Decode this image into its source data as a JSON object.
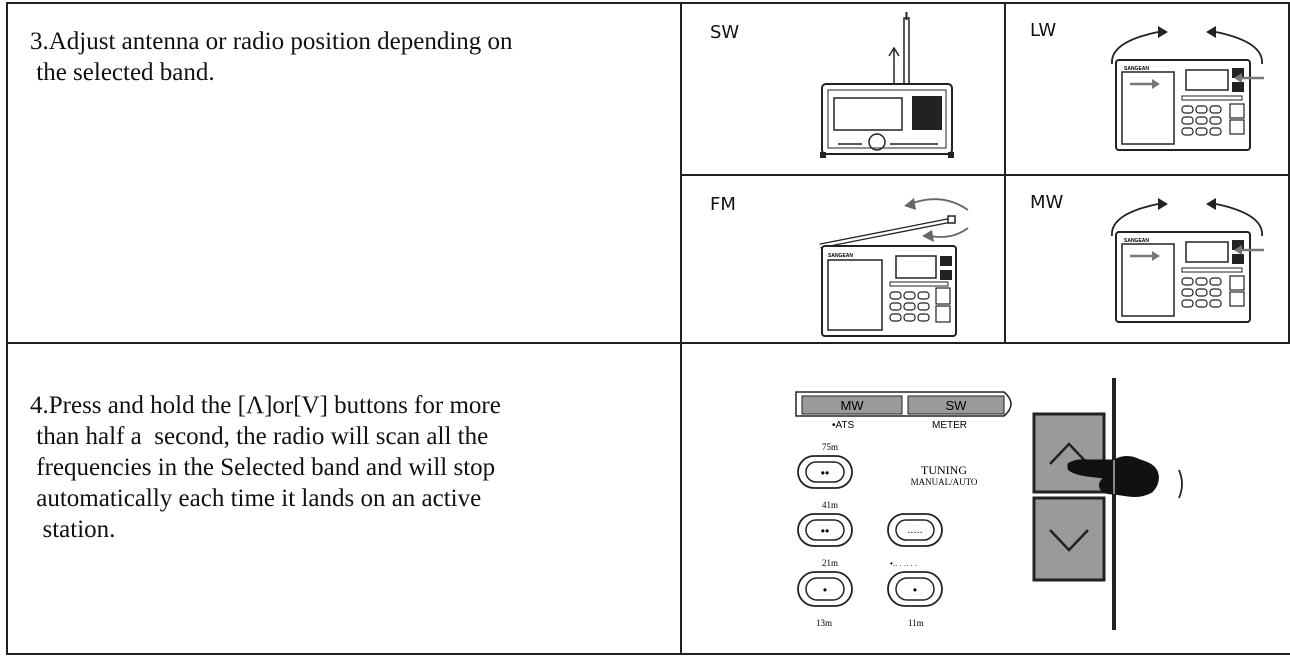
{
  "step3": {
    "lines": [
      "3.Adjust antenna or radio position depending on",
      " the selected band."
    ]
  },
  "bands": {
    "sw": "SW",
    "lw": "LW",
    "fm": "FM",
    "mw": "MW"
  },
  "radio_brand": "SANGEAN",
  "step4": {
    "lines": [
      "4.Press and hold the [Λ]or[V] buttons for more",
      " than half a  second, the radio will scan all the",
      " frequencies in the Selected band and will stop",
      " automatically each time it lands on an active",
      "  station."
    ]
  },
  "panel": {
    "mw_key": "MW",
    "sw_key": "SW",
    "ats_label": "•ATS",
    "meter_label": "METER",
    "m75": "75m",
    "m41": "41m",
    "m21": "21m",
    "m13": "13m",
    "m11": "11m",
    "tuning_title": "TUNING",
    "tuning_sub": "MANUAL/AUTO",
    "key_dots_2": "••",
    "key_dots_5": ".....",
    "key_dot_1": "•",
    "key_dot_11": "•.. . .. . ."
  },
  "icons": {
    "up_arrow": "chevron-up-icon",
    "down_arrow": "chevron-down-icon",
    "hand": "pointing-hand-icon"
  }
}
